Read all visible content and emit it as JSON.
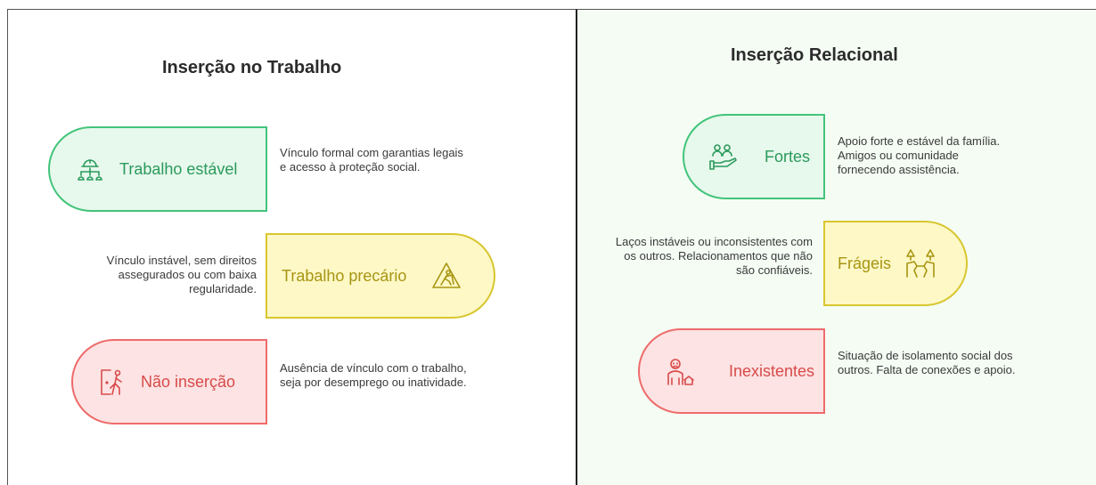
{
  "left_panel": {
    "title": "Inserção no Trabalho",
    "items": [
      {
        "label": "Trabalho estável",
        "icon": "org-chart-helmet-icon",
        "color": "green",
        "description": "Vínculo formal com garantias legais e acesso à proteção social."
      },
      {
        "label": "Trabalho precário",
        "icon": "construction-warning-icon",
        "color": "yellow",
        "description": "Vínculo instável, sem direitos assegurados ou com baixa regularidade."
      },
      {
        "label": "Não inserção",
        "icon": "exit-door-person-icon",
        "color": "red",
        "description": "Ausência de vínculo com o trabalho, seja por desemprego ou inatividade."
      }
    ]
  },
  "right_panel": {
    "title": "Inserção Relacional",
    "items": [
      {
        "label": "Fortes",
        "icon": "family-hand-icon",
        "color": "green",
        "description": "Apoio forte e estável da família. Amigos ou comunidade fornecendo assistência."
      },
      {
        "label": "Frágeis",
        "icon": "broken-connection-icon",
        "color": "yellow",
        "description": "Laços instáveis ou inconsistentes com os outros. Relacionamentos que não são confiáveis."
      },
      {
        "label": "Inexistentes",
        "icon": "isolated-person-icon",
        "color": "red",
        "description": "Situação de isolamento social dos outros. Falta de conexões e apoio."
      }
    ]
  },
  "colors": {
    "green": "#42c47a",
    "yellow": "#d9c62f",
    "red": "#ee6b6b"
  }
}
